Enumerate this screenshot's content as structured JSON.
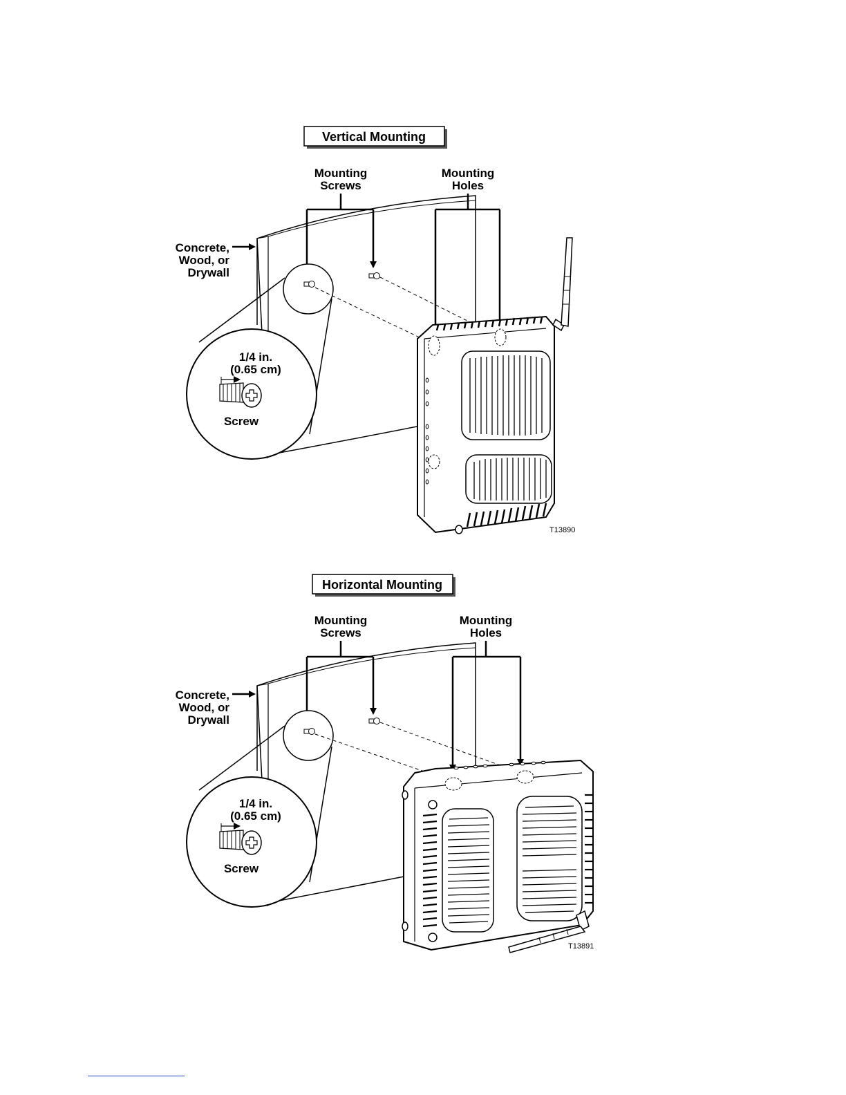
{
  "figures": [
    {
      "title": "Vertical Mounting",
      "mounting_screws_line1": "Mounting",
      "mounting_screws_line2": "Screws",
      "mounting_holes_line1": "Mounting",
      "mounting_holes_line2": "Holes",
      "surface_line1": "Concrete,",
      "surface_line2": "Wood, or",
      "surface_line3": "Drywall",
      "dimension_line1": "1/4 in.",
      "dimension_line2": "(0.65 cm)",
      "screw_label": "Screw",
      "figure_id": "T13890"
    },
    {
      "title": "Horizontal Mounting",
      "mounting_screws_line1": "Mounting",
      "mounting_screws_line2": "Screws",
      "mounting_holes_line1": "Mounting",
      "mounting_holes_line2": "Holes",
      "surface_line1": "Concrete,",
      "surface_line2": "Wood, or",
      "surface_line3": "Drywall",
      "dimension_line1": "1/4 in.",
      "dimension_line2": "(0.65 cm)",
      "screw_label": "Screw",
      "figure_id": "T13891"
    }
  ]
}
